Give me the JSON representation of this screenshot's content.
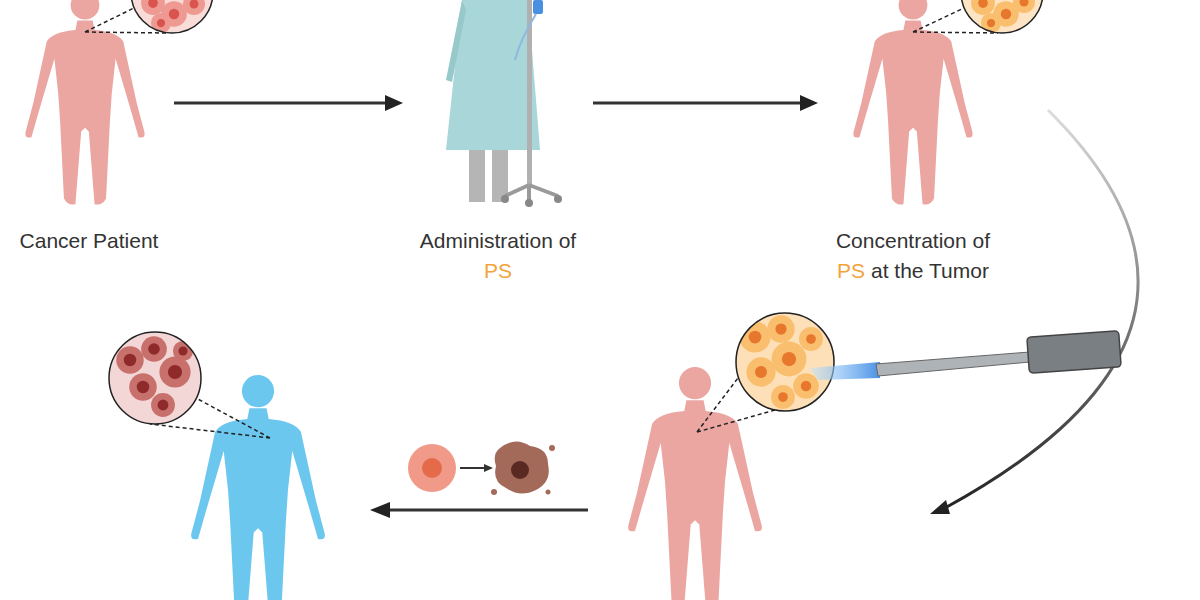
{
  "diagram": {
    "nodes": [
      {
        "text": [
          "Cancer Patient"
        ]
      },
      {
        "text": [
          "Administration of PS"
        ]
      },
      {
        "text": [
          "Concentration of PS at the Tumor"
        ]
      }
    ],
    "edges": [
      {
        "from": 0,
        "to": 1,
        "arrow": "to"
      },
      {
        "from": 1,
        "to": 2,
        "arrow": "to"
      }
    ]
  }
}
